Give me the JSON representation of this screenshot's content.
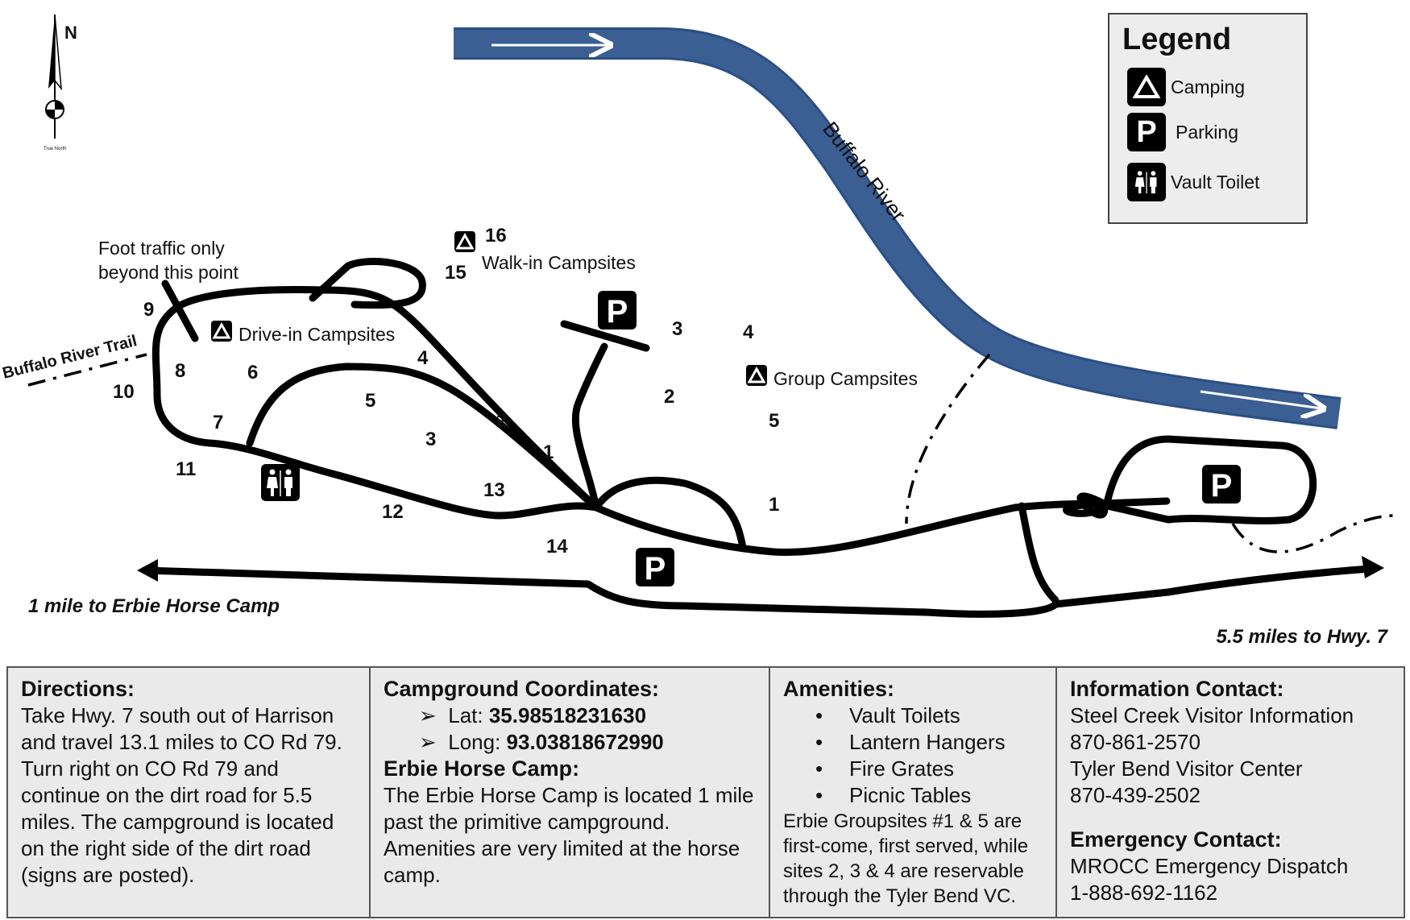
{
  "compass": {
    "north": "N",
    "caption": "True North"
  },
  "legend": {
    "title": "Legend",
    "items": [
      {
        "icon": "tent-icon",
        "label": "Camping"
      },
      {
        "icon": "parking-icon",
        "label": "Parking",
        "glyph": "P"
      },
      {
        "icon": "restroom-icon",
        "label": "Vault Toilet"
      }
    ]
  },
  "map": {
    "river_label": "Buffalo River",
    "trail_label": "Buffalo River Trail",
    "foot_traffic_note": [
      "Foot traffic only",
      "beyond this point"
    ],
    "area_labels": {
      "drive_in": "Drive-in Campsites",
      "walk_in": "Walk-in Campsites",
      "group": "Group Campsites"
    },
    "drive_in_sites": [
      "1",
      "2",
      "3",
      "4",
      "5",
      "6",
      "7",
      "8",
      "9",
      "10",
      "11",
      "12",
      "13",
      "14"
    ],
    "walk_in_sites": [
      "15",
      "16"
    ],
    "group_sites": [
      "1",
      "2",
      "3",
      "4",
      "5"
    ],
    "parking_glyph": "P",
    "west_note": "1 mile to Erbie Horse Camp",
    "east_note": "5.5 miles to Hwy. 7",
    "colors": {
      "river": "#3b5f93",
      "road": "#000000"
    }
  },
  "info": {
    "directions": {
      "heading": "Directions:",
      "body": "Take Hwy. 7 south out of Harrison and travel 13.1 miles to CO Rd 79. Turn right on CO Rd 79 and continue on the dirt road for 5.5 miles. The campground is located on the right side of the dirt road (signs are posted)."
    },
    "coordinates": {
      "heading": "Campground Coordinates:",
      "lat_label": "Lat:",
      "lat_value": "35.98518231630",
      "long_label": "Long:",
      "long_value": "93.03818672990",
      "horse_heading": "Erbie Horse Camp:",
      "horse_body": "The Erbie Horse Camp is located 1 mile past the primitive campground. Amenities are very limited at the horse camp."
    },
    "amenities": {
      "heading": "Amenities:",
      "items": [
        "Vault Toilets",
        "Lantern Hangers",
        "Fire Grates",
        "Picnic Tables"
      ],
      "note": "Erbie Groupsites #1 & 5 are first-come, first served, while sites 2, 3 & 4 are reservable through the Tyler Bend VC."
    },
    "contact": {
      "heading": "Information Contact:",
      "lines": [
        "Steel Creek Visitor Information",
        "870-861-2570",
        "Tyler Bend Visitor Center",
        "870-439-2502"
      ],
      "emergency_heading": "Emergency Contact:",
      "emergency_lines": [
        "MROCC Emergency Dispatch",
        "1-888-692-1162"
      ]
    }
  }
}
